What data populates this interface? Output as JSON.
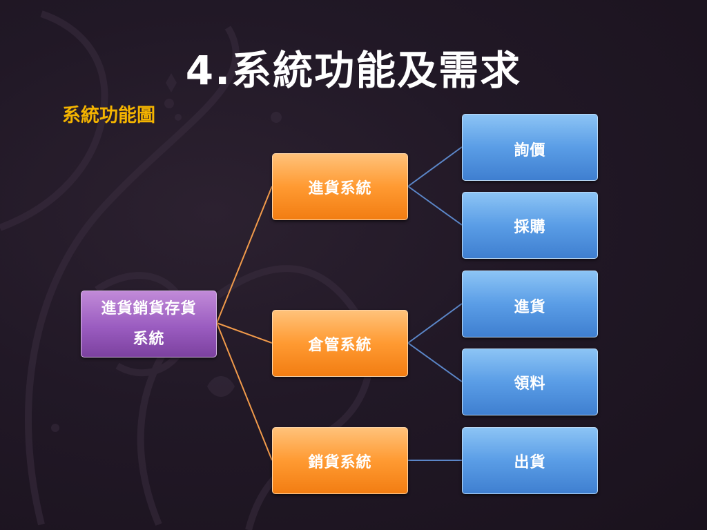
{
  "slide": {
    "title": "4.系統功能及需求",
    "subtitle": "系統功能圖"
  },
  "diagram": {
    "root": {
      "line1": "進貨銷貨存貨",
      "line2": "系統"
    },
    "mid": [
      {
        "label": "進貨系統"
      },
      {
        "label": "倉管系統"
      },
      {
        "label": "銷貨系統"
      }
    ],
    "leaves": [
      {
        "label": "詢價",
        "parent": "進貨系統"
      },
      {
        "label": "採購",
        "parent": "進貨系統"
      },
      {
        "label": "進貨",
        "parent": "倉管系統"
      },
      {
        "label": "領料",
        "parent": "倉管系統"
      },
      {
        "label": "出貨",
        "parent": "銷貨系統"
      }
    ]
  },
  "colors": {
    "background": "#211826",
    "title": "#ffffff",
    "subtitle": "#f4b400",
    "root_box": "#9a5cc0",
    "mid_box": "#ff9a32",
    "leaf_box": "#5a9de6",
    "orange_connector": "#f29b4b",
    "blue_connector": "#5b86c8"
  }
}
